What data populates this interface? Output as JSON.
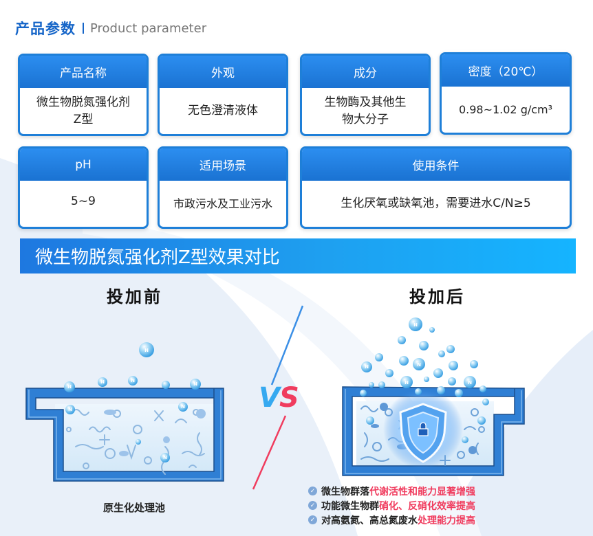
{
  "header": {
    "title_cn": "产品参数",
    "title_en": "Product parameter"
  },
  "params": [
    {
      "head": "产品名称",
      "value_lines": [
        "微生物脱氮强化剂",
        "Z型"
      ]
    },
    {
      "head": "外观",
      "value_lines": [
        "无色澄清液体"
      ]
    },
    {
      "head": "成分",
      "value_lines": [
        "生物酶及其他生",
        "物大分子"
      ]
    },
    {
      "head": "密度（20℃）",
      "value_lines": [
        "0.98~1.02 g/cm³"
      ]
    },
    {
      "head": "pH",
      "value_lines": [
        "5~9"
      ]
    },
    {
      "head": "适用场景",
      "value_lines": [
        "市政污水及工业污水"
      ]
    },
    {
      "head": "使用条件",
      "value_lines": [
        "生化厌氧或缺氧池，需要进水C/N≥5"
      ]
    }
  ],
  "comparison": {
    "banner": "微生物脱氮强化剂Z型效果对比",
    "before_label": "投加前",
    "after_label": "投加后",
    "vs_text": "VS",
    "bubble_letter": "N",
    "left_caption": "原生化处理池",
    "benefits": [
      {
        "dark": "微生物群落",
        "red": "代谢活性和能力显著增强"
      },
      {
        "dark": "功能微生物群",
        "red": "硝化、反硝化效率提高"
      },
      {
        "dark": "对高氨氮、高总氮废水",
        "red": "处理能力提高"
      }
    ]
  },
  "colors": {
    "primary": "#1565c8",
    "card_border": "#1e7fd8",
    "accent_red": "#f03c5e",
    "tank_blue": "#2f7fd4"
  }
}
